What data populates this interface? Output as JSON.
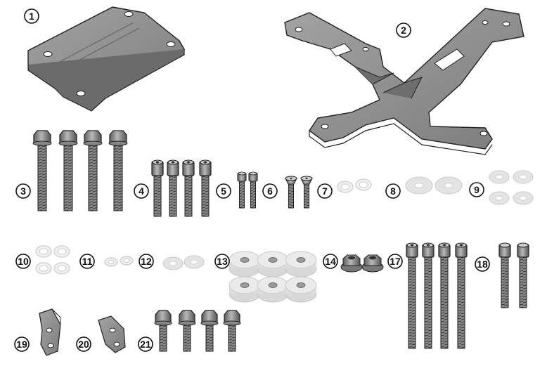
{
  "parts": [
    {
      "number": "1"
    },
    {
      "number": "2"
    },
    {
      "number": "3"
    },
    {
      "number": "4"
    },
    {
      "number": "5"
    },
    {
      "number": "6"
    },
    {
      "number": "7"
    },
    {
      "number": "8"
    },
    {
      "number": "9"
    },
    {
      "number": "10"
    },
    {
      "number": "11"
    },
    {
      "number": "12"
    },
    {
      "number": "13"
    },
    {
      "number": "14"
    },
    {
      "number": "17"
    },
    {
      "number": "18"
    },
    {
      "number": "19"
    },
    {
      "number": "20"
    },
    {
      "number": "21"
    }
  ],
  "colors": {
    "metal_plate": "#8f8f8f",
    "metal_dark": "#5a5a5a",
    "bolt": "#7c7c7c",
    "washer": "#e2e2e2",
    "outline": "#1a1a1a"
  }
}
